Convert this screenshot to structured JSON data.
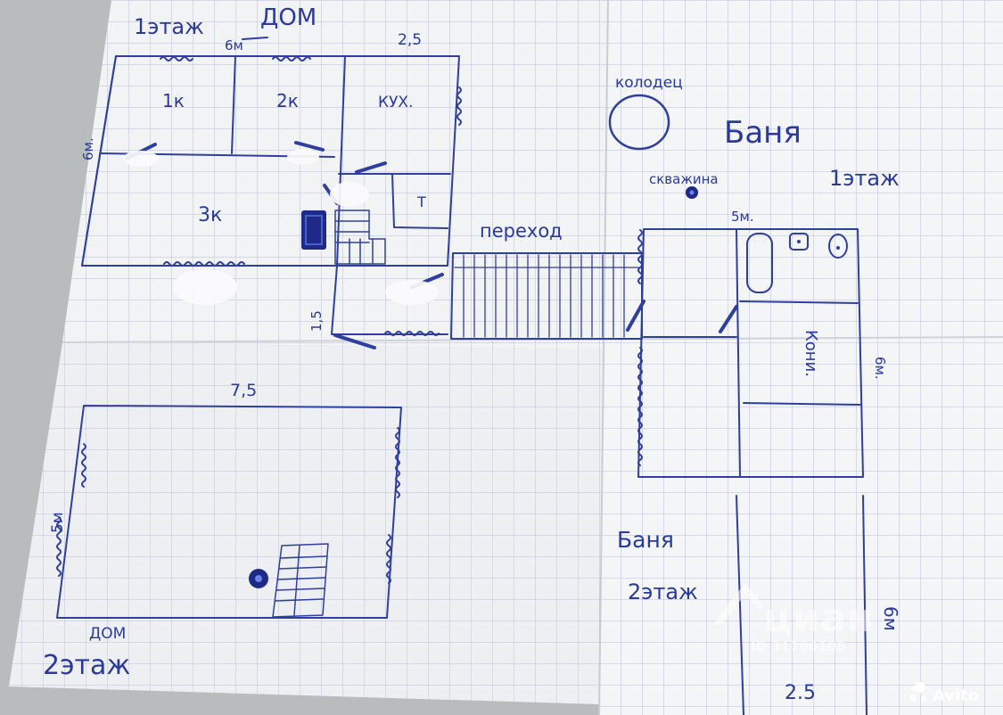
{
  "house_floor1": {
    "heading_floor": "1этаж",
    "heading_house": "ДОМ",
    "dim_width": "6м",
    "dim_width_extra": "2,5",
    "dim_height": "6м.",
    "dim_small": "1,5",
    "rooms": {
      "room1": "1к",
      "room2": "2к",
      "room3": "3к",
      "kitchen": "КУХ.",
      "toilet": "Т"
    }
  },
  "passage": {
    "label": "переход"
  },
  "well": {
    "label": "колодец"
  },
  "borehole": {
    "label": "скважина"
  },
  "bath_floor1": {
    "title": "Баня",
    "floor": "1этаж",
    "dim_width": "5м.",
    "dim_height": "6м.",
    "room_label": "Кони."
  },
  "house_floor2": {
    "dim_width": "7,5",
    "dim_height": "5м",
    "caption_house": "ДОМ",
    "caption_floor": "2этаж"
  },
  "bath_floor2": {
    "title": "Баня",
    "floor": "2этаж",
    "dim_height": "6м",
    "dim_width": "2.5"
  },
  "watermarks": {
    "cian_text": "циан",
    "cian_id": "ID 31790105",
    "avito": "Avito"
  },
  "colors": {
    "ink": "#2f3f9e",
    "paper": "#f3f4f6",
    "grid": "#b7bfd0",
    "background": "#b9bcbd"
  }
}
